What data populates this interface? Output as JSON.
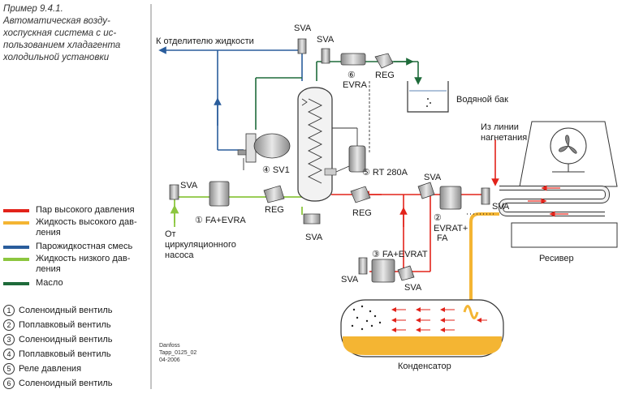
{
  "caption": {
    "lines": [
      "Пример 9.4.1.",
      "Автоматическая возду-",
      "хоспускная система с ис-",
      "пользованием хладагента",
      "холодильной установки"
    ]
  },
  "legend": {
    "items": [
      {
        "label_lines": [
          "Пар высокого давления"
        ],
        "color": "#e2231a"
      },
      {
        "label_lines": [
          "Жидкость высокого дав-",
          "ления"
        ],
        "color": "#f4b533"
      },
      {
        "label_lines": [
          "Парожидкостная смесь"
        ],
        "color": "#2a5d9c"
      },
      {
        "label_lines": [
          "Жидкость низкого дав-",
          "ления"
        ],
        "color": "#8cc63f"
      },
      {
        "label_lines": [
          "Масло"
        ],
        "color": "#1e6b3a"
      }
    ]
  },
  "numbered_legend": [
    {
      "num": "1",
      "label": "Соленоидный вентиль"
    },
    {
      "num": "2",
      "label": "Поплавковый вентиль"
    },
    {
      "num": "3",
      "label": "Соленоидный вентиль"
    },
    {
      "num": "4",
      "label": "Поплавковый вентиль"
    },
    {
      "num": "5",
      "label": "Реле давления"
    },
    {
      "num": "6",
      "label": "Соленоидный вентиль"
    }
  ],
  "labels": {
    "to_separator": "К отделителю жидкости",
    "sva_top1": "SVA",
    "sva_top2": "SVA",
    "evra6_num": "⑥",
    "evra6": "EVRA",
    "reg_top": "REG",
    "water_tank": "Водяной бак",
    "from_discharge_1": "Из линии",
    "from_discharge_2": "нагнетания",
    "sv1": "④ SV1",
    "rt280a": "⑤ RT 280A",
    "sva_left": "SVA",
    "fa_evra": "① FA+EVRA",
    "reg_mid": "REG",
    "reg_right": "REG",
    "sva_mid": "SVA",
    "sva_right": "SVA",
    "sva_bottom_sep": "SVA",
    "evrat_num": "②",
    "evrat_1": "EVRAT+",
    "evrat_2": "FA",
    "from_circ_1": "От",
    "from_circ_2": "циркуляционного",
    "from_circ_3": "насоса",
    "fa_evrat3": "③ FA+EVRAT",
    "sva_3_left": "SVA",
    "sva_3_right": "SVA",
    "receiver": "Ресивер",
    "condenser": "Конденсатор",
    "danfoss_1": "Danfoss",
    "danfoss_2": "Tapp_0125_02",
    "danfoss_3": "04-2006"
  }
}
